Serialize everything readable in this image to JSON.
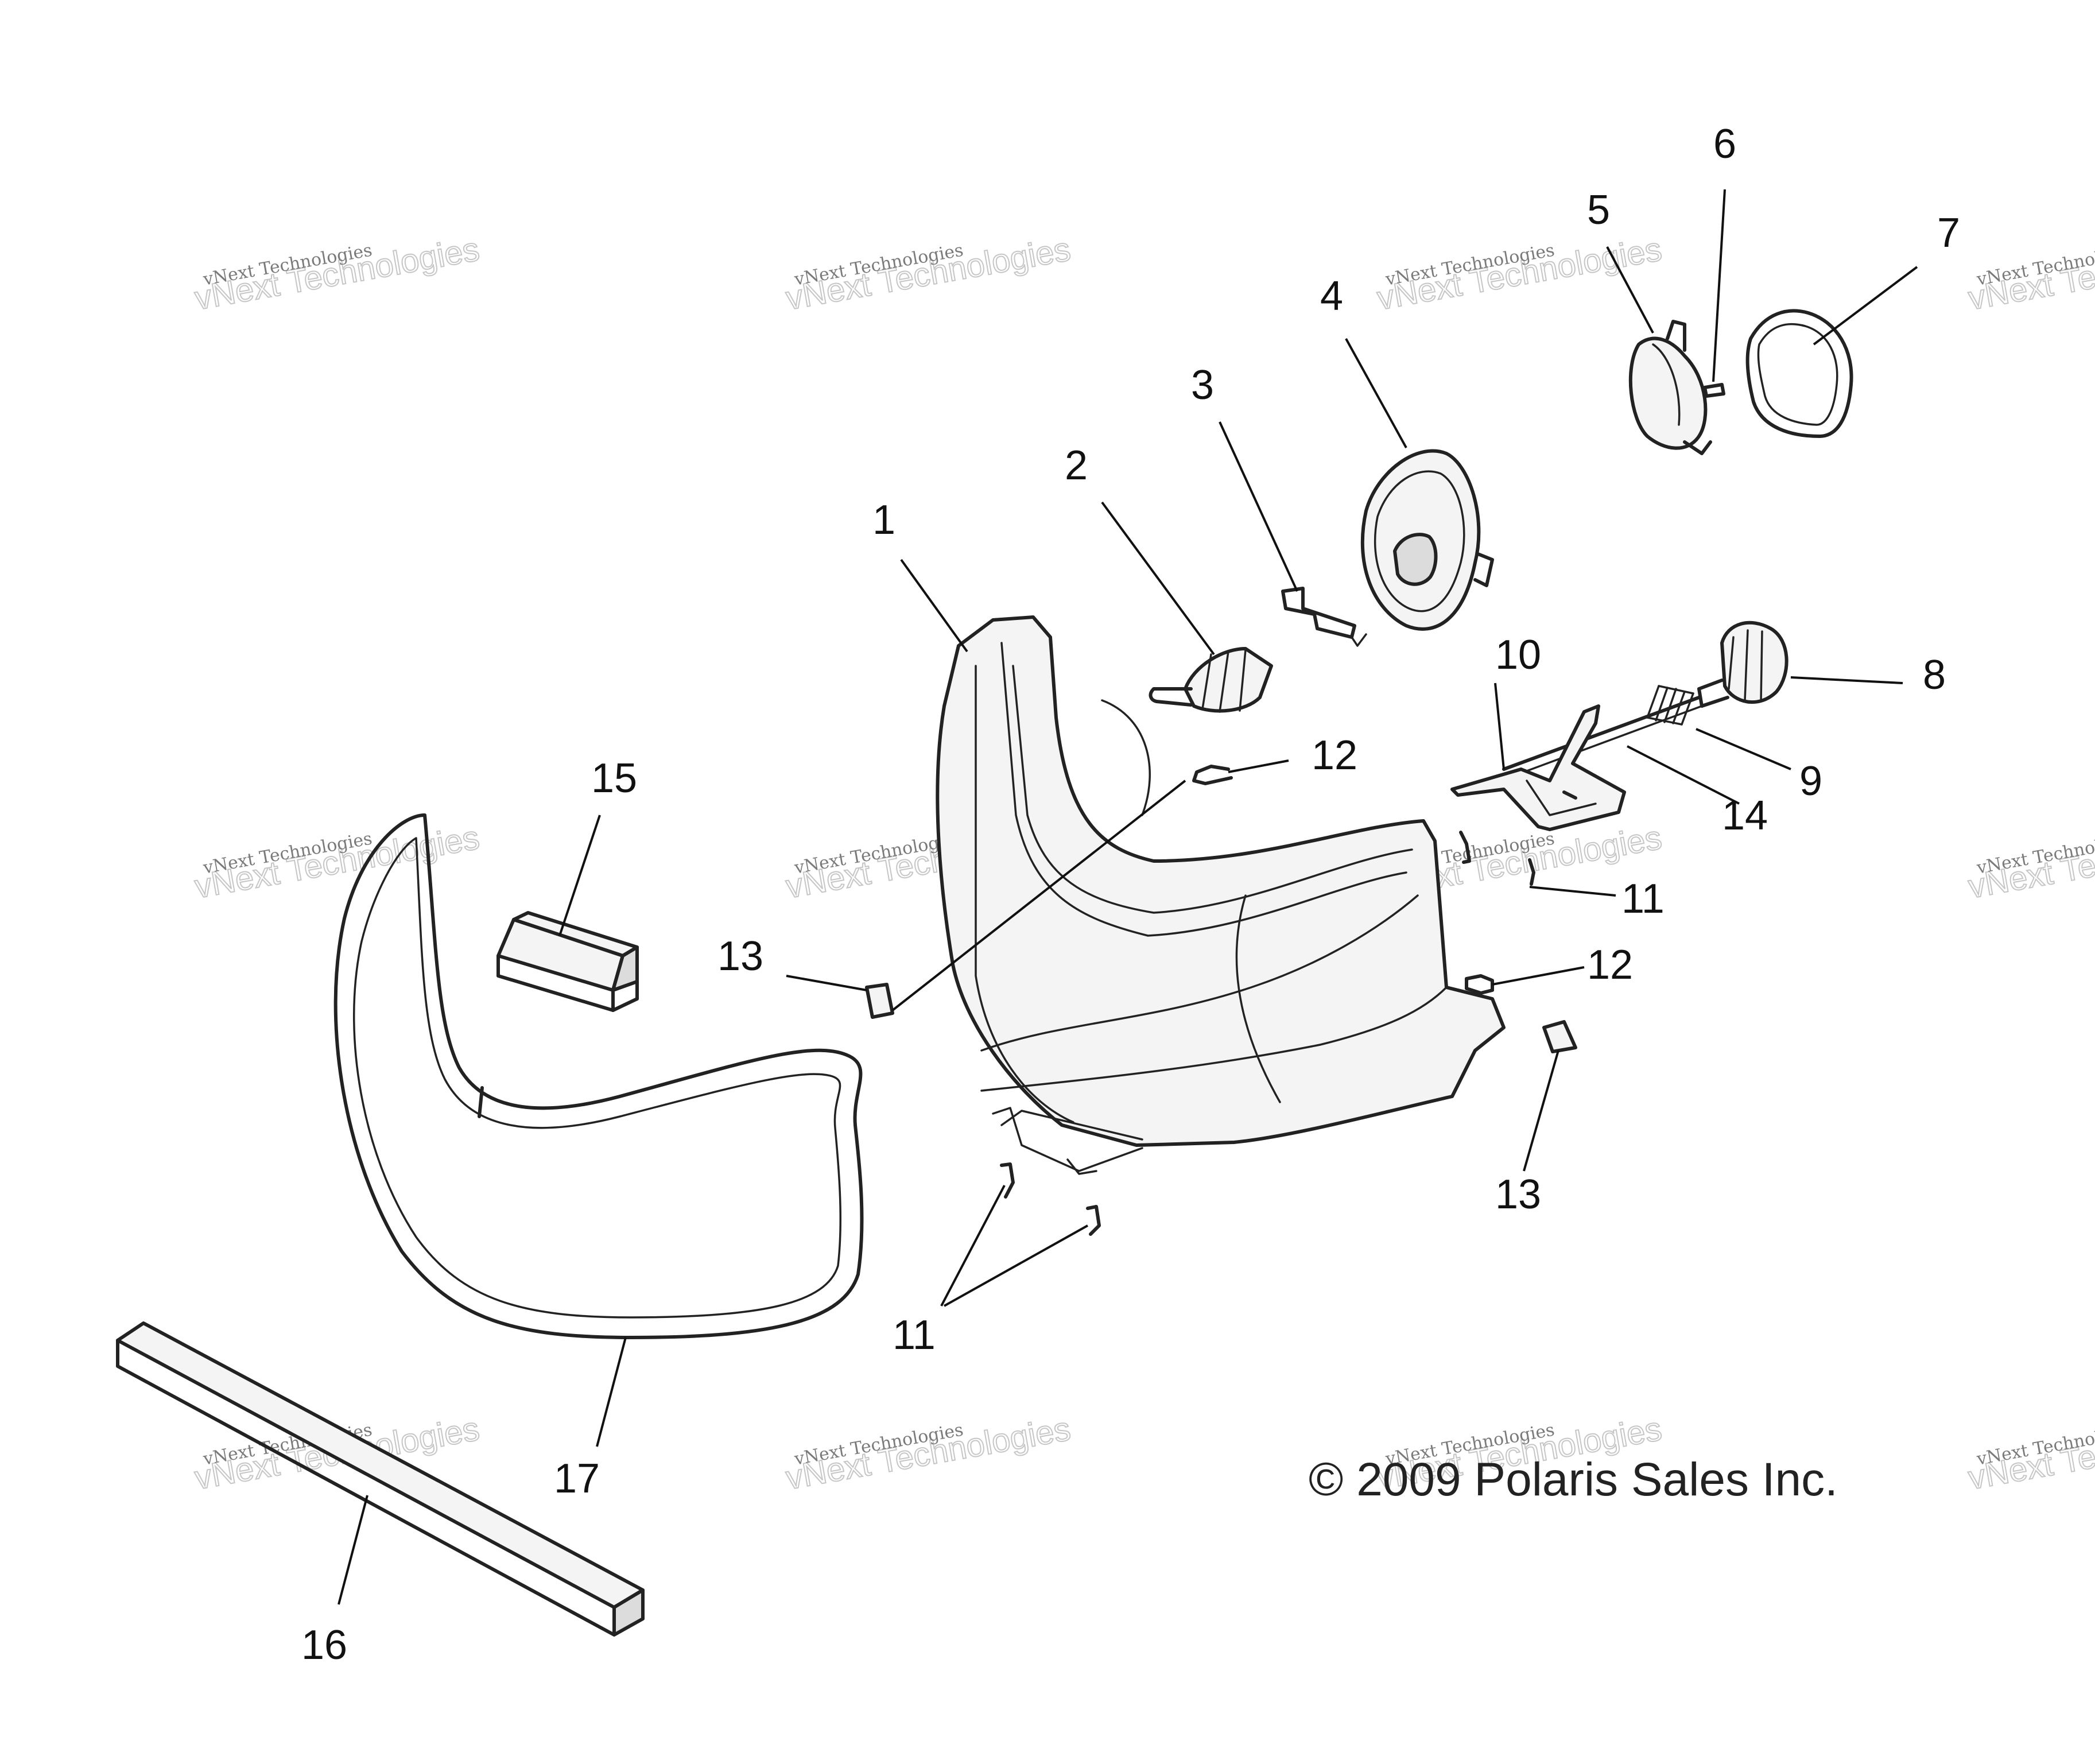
{
  "callouts": {
    "c1": "1",
    "c2": "2",
    "c3": "3",
    "c4": "4",
    "c5": "5",
    "c6": "6",
    "c7": "7",
    "c8": "8",
    "c9": "9",
    "c10": "10",
    "c11a": "11",
    "c11b": "11",
    "c12a": "12",
    "c12b": "12",
    "c13a": "13",
    "c13b": "13",
    "c14": "14",
    "c15": "15",
    "c16": "16",
    "c17": "17"
  },
  "copyright": "© 2009 Polaris Sales Inc.",
  "watermark": {
    "line1": "vNext Technologies",
    "line2": "vNext Technologies"
  }
}
